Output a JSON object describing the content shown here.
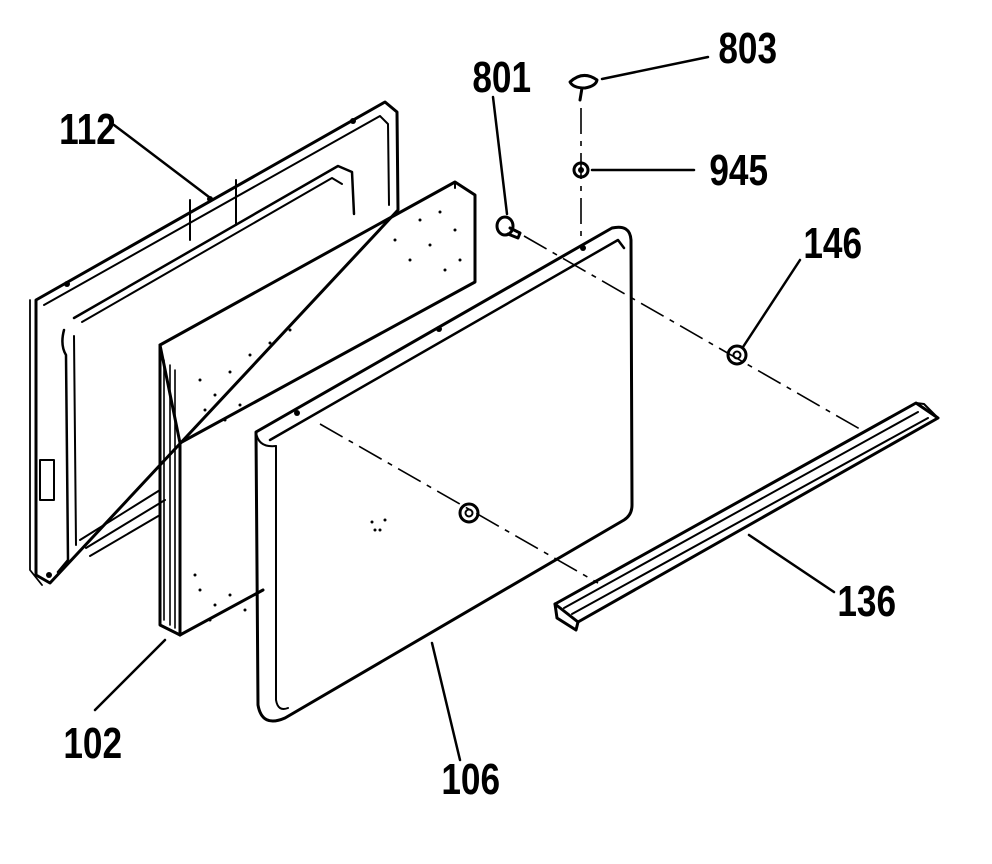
{
  "diagram": {
    "labels": {
      "frame": "112",
      "insulation": "102",
      "panel": "106",
      "screw_a": "801",
      "screw_b": "803",
      "washer": "945",
      "spacer": "146",
      "trim": "136"
    }
  }
}
